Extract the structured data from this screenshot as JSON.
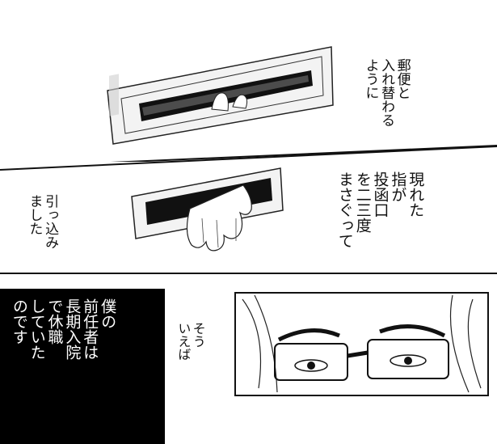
{
  "panels": [
    {
      "id": "panel-1",
      "caption": "郵便と\n入れ替わる\nように"
    },
    {
      "id": "panel-2",
      "caption_right": "現れた\n指が\n投函口\nを二三度\nまさぐって",
      "caption_left": "引っ込み\nました"
    },
    {
      "id": "panel-3",
      "caption_box": "僕の\n前任者は\n長期入院\nで休職\nしていた\nのです",
      "caption_mid": "そう\nいえば"
    }
  ],
  "colors": {
    "ink": "#111111",
    "paper": "#ffffff",
    "caption_box_bg": "#000000",
    "caption_box_text": "#ffffff"
  }
}
